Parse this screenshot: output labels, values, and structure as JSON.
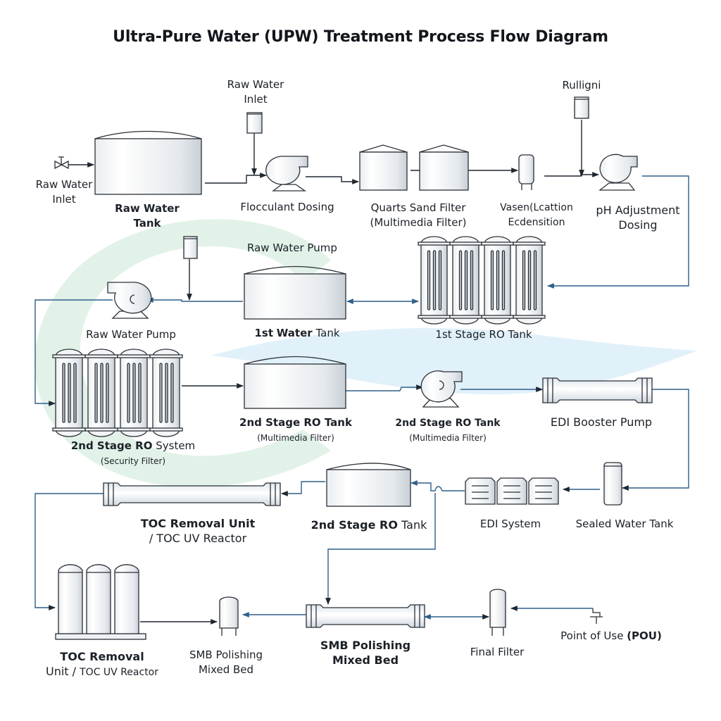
{
  "title": "Ultra-Pure Water (UPW) Treatment Process Flow Diagram",
  "colors": {
    "stroke": "#2b3037",
    "flow_blue": "#2e5f8a",
    "equipment_fill": "#f2f4f6",
    "equipment_shade": "#c9d0d8",
    "bg_swirl_green": "#dff1e6",
    "bg_swirl_blue": "#e1f1fa"
  },
  "labels": {
    "raw_water_inlet_top": [
      "Raw Water",
      "Inlet"
    ],
    "raw_water_inlet_left": [
      "Raw Water",
      "Inlet"
    ],
    "raw_water_tank": [
      "Raw Water",
      "Tank"
    ],
    "flocculant_dosing": "Flocculant Dosing",
    "quartz_sand_filter": [
      "Quarts Sand Filter",
      "(Multimedia Filter)"
    ],
    "vasen_lcattion": [
      "Vasen(Lcattion",
      "Ecdensition"
    ],
    "rulligni": "Rulligni",
    "ph_adjustment": [
      "pH Adjustment",
      "Dosing"
    ],
    "raw_water_pump_dosing": "Raw Water Pump",
    "raw_water_pump": "Raw Water Pump",
    "first_water_tank": [
      "1st",
      "Water",
      "Tank"
    ],
    "first_stage_ro_tank": "1st Stage RO Tank",
    "second_stage_ro_system": [
      "2nd Stage RO",
      "System",
      "(Security Filter)"
    ],
    "second_stage_ro_tank_a": [
      "2nd Stage RO Tank",
      "(Multimedia Filter)"
    ],
    "second_stage_ro_tank_pump": [
      "2nd Stage RO Tank",
      "(Multimedia Filter)"
    ],
    "edi_booster_pump": "EDI Booster Pump",
    "toc_removal_unit_uv": [
      "TOC Removal Unit",
      "/ TOC UV Reactor"
    ],
    "second_stage_ro_tank_b": [
      "2nd Stage RO",
      "Tank"
    ],
    "edi_system": "EDI System",
    "sealed_water_tank": "Sealed Water Tank",
    "toc_removal_bottom": [
      "TOC Removal",
      "Unit /",
      "TOC UV Reactor"
    ],
    "smb_polishing_small": [
      "SMB Polishing",
      "Mixed Bed"
    ],
    "smb_polishing_main": [
      "SMB Polishing",
      "Mixed Bed"
    ],
    "final_filter": "Final Filter",
    "point_of_use": [
      "Point of Use ",
      "(POU)"
    ]
  }
}
